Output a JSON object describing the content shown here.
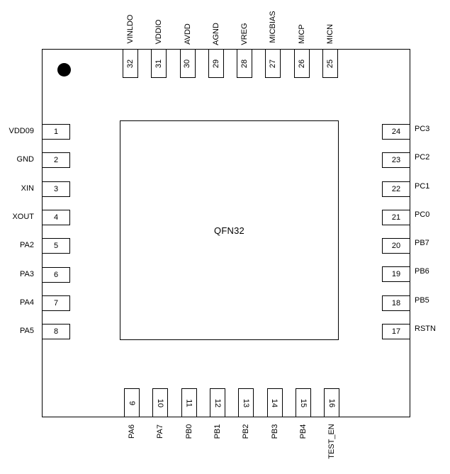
{
  "package_label": "QFN32",
  "pins": {
    "left": [
      {
        "num": "1",
        "name": "VDD09"
      },
      {
        "num": "2",
        "name": "GND"
      },
      {
        "num": "3",
        "name": "XIN"
      },
      {
        "num": "4",
        "name": "XOUT"
      },
      {
        "num": "5",
        "name": "PA2"
      },
      {
        "num": "6",
        "name": "PA3"
      },
      {
        "num": "7",
        "name": "PA4"
      },
      {
        "num": "8",
        "name": "PA5"
      }
    ],
    "bottom": [
      {
        "num": "9",
        "name": "PA6"
      },
      {
        "num": "10",
        "name": "PA7"
      },
      {
        "num": "11",
        "name": "PB0"
      },
      {
        "num": "12",
        "name": "PB1"
      },
      {
        "num": "13",
        "name": "PB2"
      },
      {
        "num": "14",
        "name": "PB3"
      },
      {
        "num": "15",
        "name": "PB4"
      },
      {
        "num": "16",
        "name": "TEST_EN"
      }
    ],
    "right": [
      {
        "num": "17",
        "name": "RSTN"
      },
      {
        "num": "18",
        "name": "PB5"
      },
      {
        "num": "19",
        "name": "PB6"
      },
      {
        "num": "20",
        "name": "PB7"
      },
      {
        "num": "21",
        "name": "PC0"
      },
      {
        "num": "22",
        "name": "PC1"
      },
      {
        "num": "23",
        "name": "PC2"
      },
      {
        "num": "24",
        "name": "PC3"
      }
    ],
    "top": [
      {
        "num": "25",
        "name": "MICN"
      },
      {
        "num": "26",
        "name": "MICP"
      },
      {
        "num": "27",
        "name": "MICBIAS"
      },
      {
        "num": "28",
        "name": "VREG"
      },
      {
        "num": "29",
        "name": "AGND"
      },
      {
        "num": "30",
        "name": "AVDD"
      },
      {
        "num": "31",
        "name": "VDDIO"
      },
      {
        "num": "32",
        "name": "VINLDO"
      }
    ]
  }
}
